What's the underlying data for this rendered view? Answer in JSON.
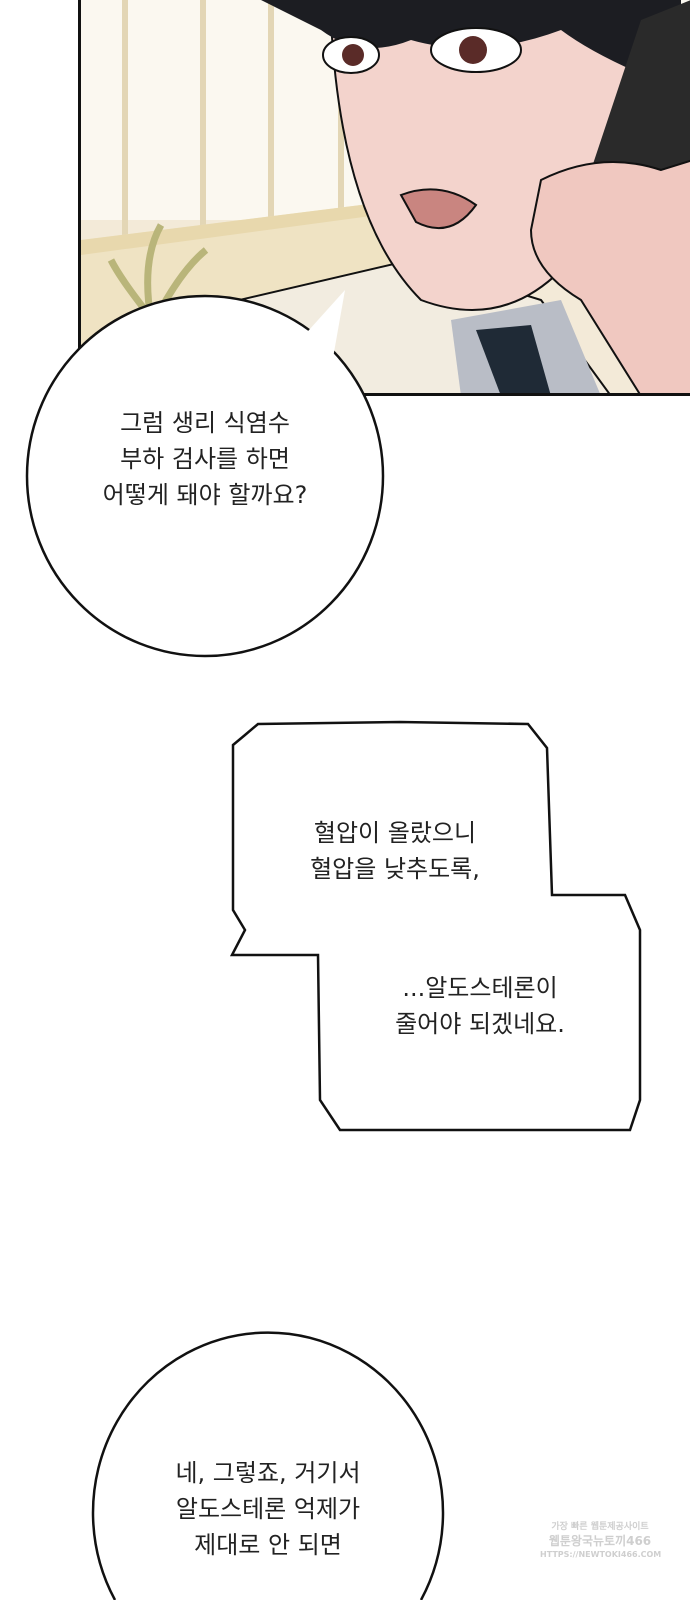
{
  "bubbles": [
    {
      "lines": [
        "그럼 생리 식염수",
        "부하 검사를 하면",
        "어떻게 돼야 할까요?"
      ]
    },
    {
      "lines": [
        "혈압이 올랐으니",
        "혈압을 낮추도록,"
      ]
    },
    {
      "lines": [
        "...알도스테론이",
        "줄어야 되겠네요."
      ]
    },
    {
      "lines": [
        "네, 그렇죠, 거기서",
        "알도스테론 억제가",
        "제대로 안 되면"
      ]
    }
  ],
  "watermark": {
    "lines": [
      "가장 빠른 웹툰제공사이트",
      "웹툰왕국뉴토끼466",
      "HTTPS://NEWTOKI466.COM"
    ]
  },
  "colors": {
    "skin": "#f3d3cc",
    "hair": "#1c1d22",
    "shirt": "#f2ece0",
    "tie": "#1f2a36",
    "phone": "#2a2a2a"
  }
}
